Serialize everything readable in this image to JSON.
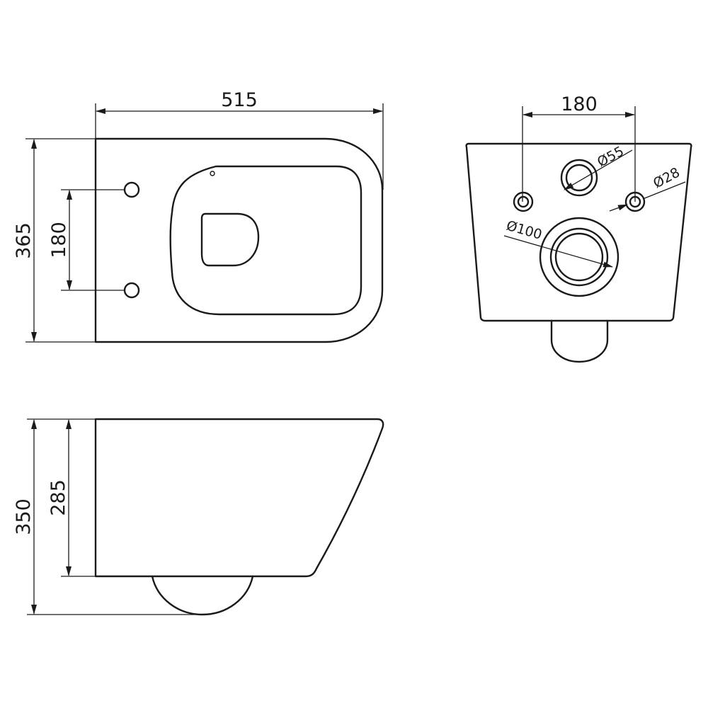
{
  "views": {
    "top": {
      "dimensions": {
        "length": "515",
        "width": "365",
        "bolt_spacing": "180"
      }
    },
    "rear": {
      "dimensions": {
        "bolt_spacing": "180",
        "water_inlet": "Ø55",
        "bolt_hole": "Ø28",
        "outlet": "Ø100"
      }
    },
    "side": {
      "dimensions": {
        "total_height": "350",
        "bowl_height": "285"
      }
    }
  },
  "colors": {
    "line": "#1a1a1a",
    "background": "#ffffff"
  }
}
